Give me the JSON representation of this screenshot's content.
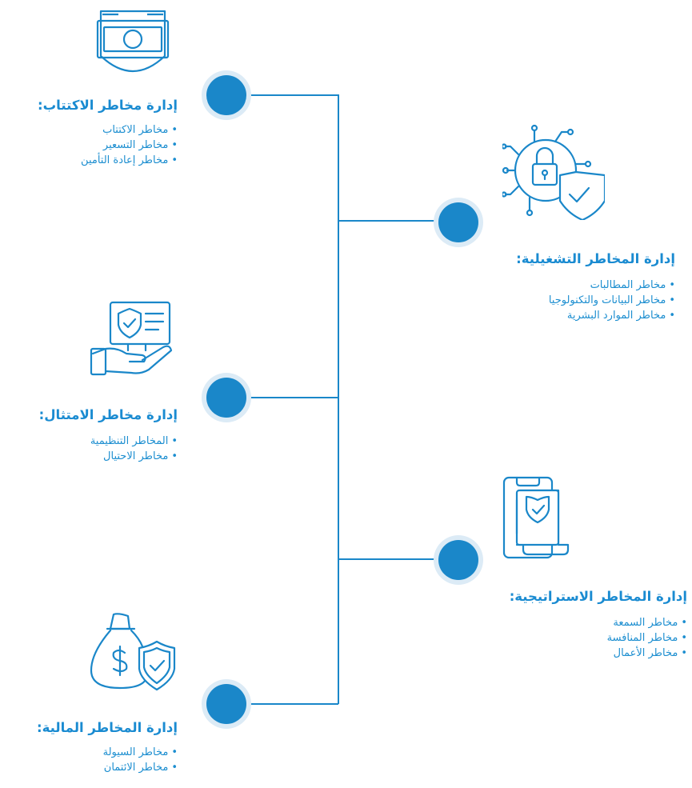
{
  "colors": {
    "accent": "#1a87c9",
    "line": "#1a87c9",
    "halo": "#dcebf6",
    "text": "#1c8ed0"
  },
  "bullet": "•",
  "sections": [
    {
      "id": "underwriting",
      "icon": "banknote-shield-icon",
      "title": "إدارة مخاطر الاكتتاب:",
      "items": [
        "مخاطر الاكتتاب",
        "مخاطر التسعير",
        "مخاطر إعادة التأمين"
      ]
    },
    {
      "id": "operational",
      "icon": "circuit-lock-shield-icon",
      "title": "إدارة المخاطر التشغيلية:",
      "items": [
        "مخاطر المطالبات",
        "مخاطر البيانات والتكنولوجيا",
        "مخاطر الموارد البشرية"
      ]
    },
    {
      "id": "compliance",
      "icon": "hand-certificate-icon",
      "title": "إدارة مخاطر الامتثال:",
      "items": [
        "المخاطر التنظيمية",
        "مخاطر الاحتيال"
      ]
    },
    {
      "id": "strategic",
      "icon": "phone-document-shield-icon",
      "title": "إدارة المخاطر الاستراتيجية:",
      "items": [
        "مخاطر السمعة",
        "مخاطر المنافسة",
        "مخاطر الأعمال"
      ]
    },
    {
      "id": "financial",
      "icon": "money-bag-shield-icon",
      "title": "إدارة المخاطر المالية:",
      "items": [
        "مخاطر السيولة",
        "مخاطر الائتمان"
      ]
    }
  ]
}
